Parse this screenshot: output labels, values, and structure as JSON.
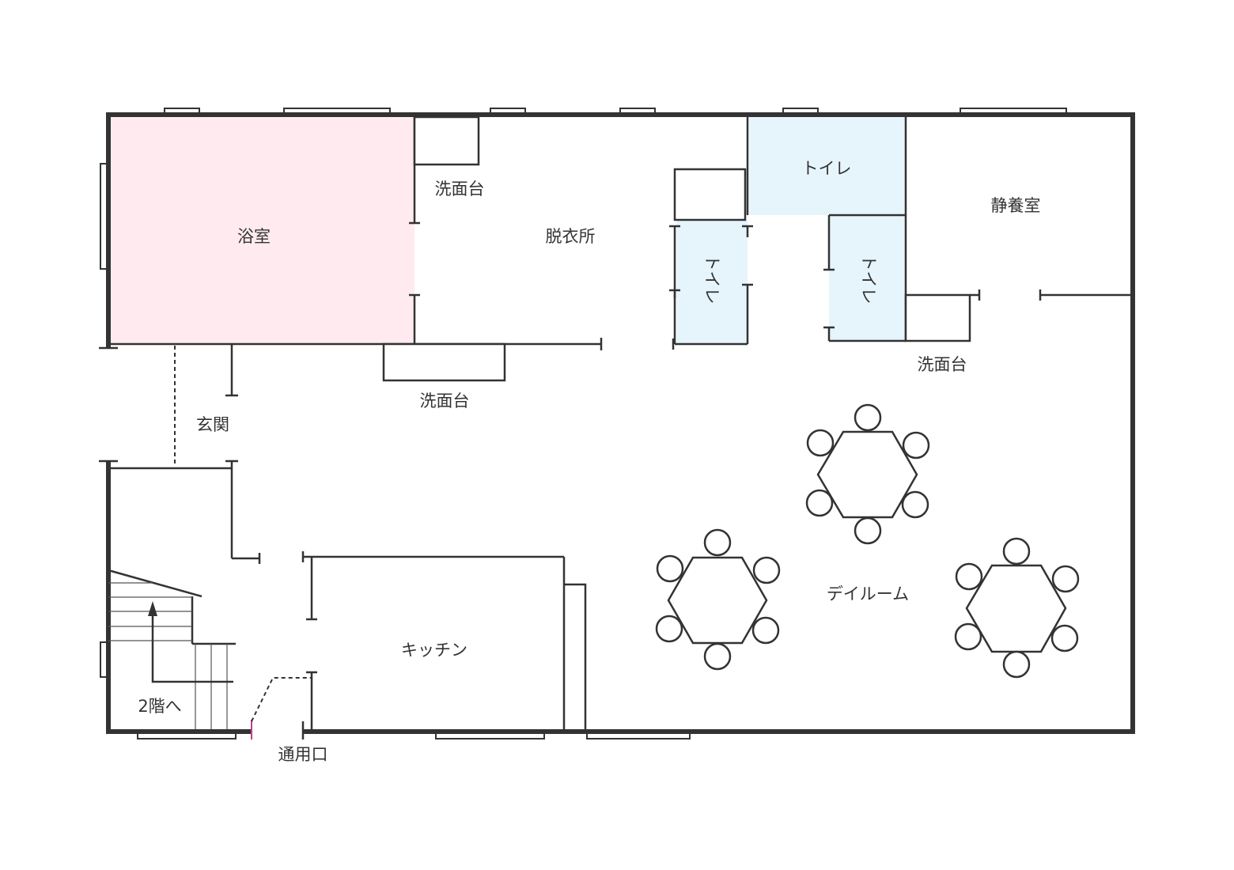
{
  "colors": {
    "bathroom_fill": "#ffebef",
    "toilet_fill": "#e6f5fc",
    "wall": "#333333",
    "door_accent": "#c0408a"
  },
  "rooms": {
    "bathroom": "浴室",
    "dressing_room": "脱衣所",
    "washbasin_top": "洗面台",
    "washbasin_bottom": "洗面台",
    "washbasin_right": "洗面台",
    "toilet_top": "トイレ",
    "toilet_left": "トイレ",
    "toilet_right": "トイレ",
    "rest_room": "静養室",
    "entrance": "玄関",
    "day_room": "デイルーム",
    "kitchen": "キッチン",
    "service_entrance": "通用口",
    "stairs_up": "2階へ"
  }
}
